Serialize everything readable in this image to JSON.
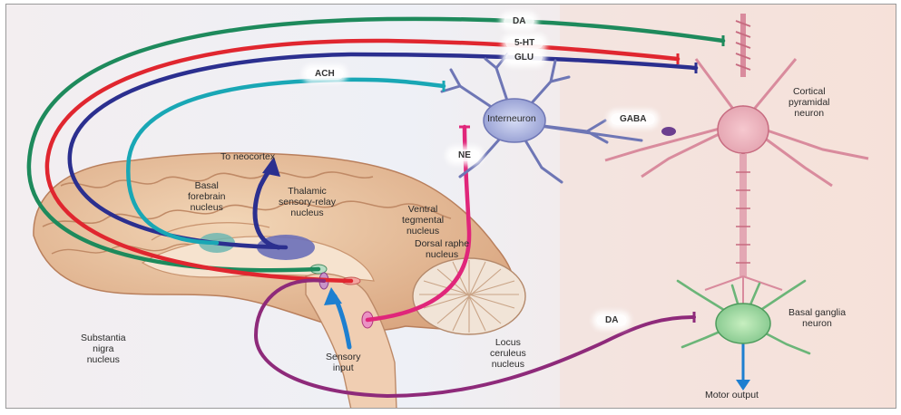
{
  "pathways": {
    "da_top": "DA",
    "ht5": "5-HT",
    "glu": "GLU",
    "ach": "ACH",
    "ne": "NE",
    "gaba": "GABA",
    "da_bottom": "DA"
  },
  "labels": {
    "interneuron": "Interneuron",
    "cortical": "Cortical\npyramidal\nneuron",
    "to_neocortex": "To neocortex",
    "basal_forebrain": "Basal\nforebrain\nnucleus",
    "thalamic": "Thalamic\nsensory-relay\nnucleus",
    "vta": "Ventral\ntegmental\nnucleus",
    "raphe": "Dorsal raphe\nnucleus",
    "substantia": "Substantia\nnigra\nnucleus",
    "sensory": "Sensory\ninput",
    "locus": "Locus\nceruleus\nnucleus",
    "basal_ganglia": "Basal ganglia\nneuron",
    "motor": "Motor output"
  },
  "colors": {
    "da": "#1e8a5c",
    "ht5": "#e0262f",
    "glu": "#2b2f8f",
    "ach": "#19a7b5",
    "ne": "#e0267a",
    "da_lower": "#8e2a7a",
    "sensory": "#1d7fd0",
    "motor": "#1d7fd0"
  }
}
